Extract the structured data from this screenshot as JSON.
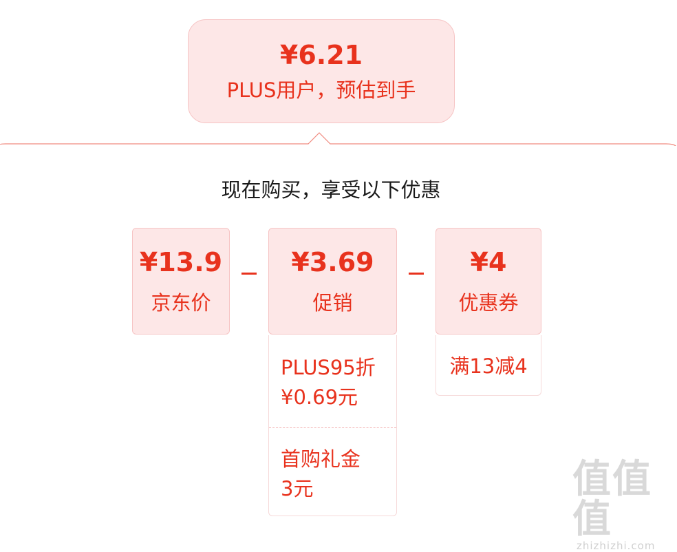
{
  "summary": {
    "price": "¥6.21",
    "label": "PLUS用户，预估到手"
  },
  "heading": "现在购买，享受以下优惠",
  "cards": {
    "base": {
      "price": "¥13.9",
      "label": "京东价"
    },
    "promo": {
      "price": "¥3.69",
      "label": "促销"
    },
    "coupon": {
      "price": "¥4",
      "label": "优惠券"
    }
  },
  "promo_details": [
    {
      "line1": "PLUS95折",
      "line2": "¥0.69元"
    },
    {
      "line1": "首购礼金",
      "line2": "3元"
    }
  ],
  "coupon_details": [
    "满13减4"
  ],
  "watermark": {
    "glyphs": "值值值",
    "text": "zhizhizhi.com"
  },
  "colors": {
    "accent": "#e8321d",
    "card_bg": "#fde7e7",
    "card_border": "#f6c4c4"
  }
}
